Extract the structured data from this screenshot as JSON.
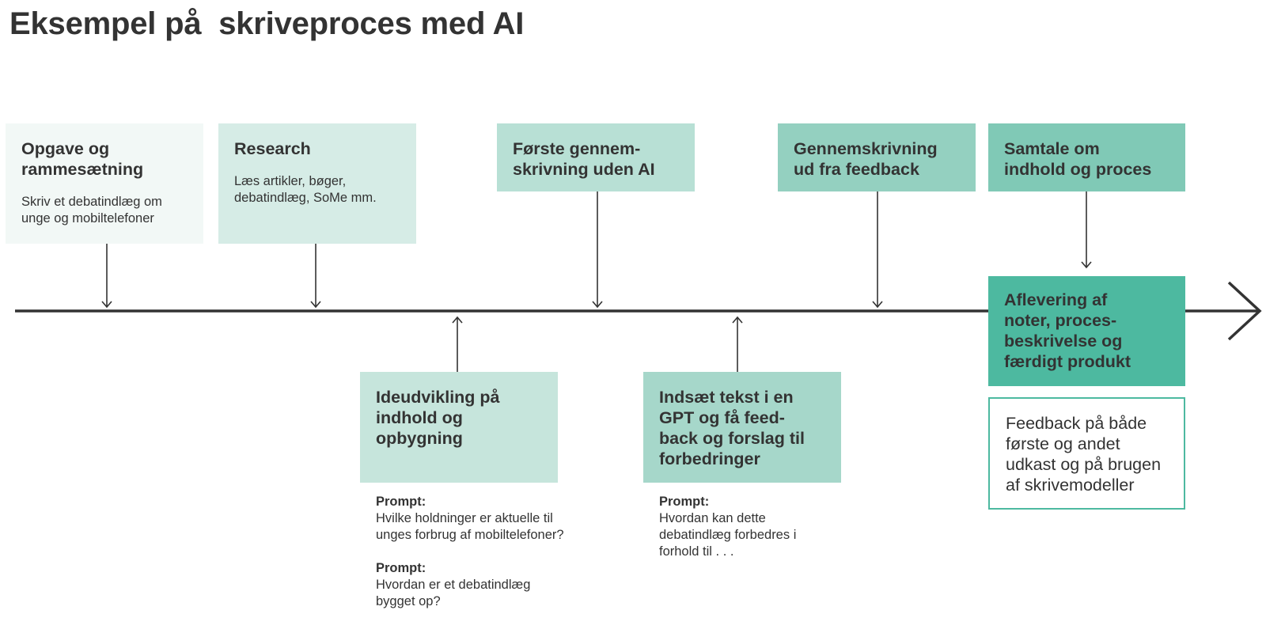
{
  "title": "Eksempel på  skriveproces med AI",
  "colors": {
    "text": "#333333",
    "step_1": "#f2f8f6",
    "step_2": "#d6ece6",
    "step_3": "#b8e0d5",
    "step_4": "#c6e5dc",
    "step_5": "#94d0c0",
    "step_6": "#a6d7ca",
    "step_7": "#80c9b6",
    "final": "#4db9a0",
    "axis": "#333333"
  },
  "steps_top": [
    {
      "heading": "Opgave og\nrammesætning",
      "text": "Skriv et debatindlæg om\nunge og mobiltelefoner"
    },
    {
      "heading": "Research",
      "text": "Læs artikler, bøger,\ndebatindlæg, SoMe mm."
    },
    {
      "heading": "Første gennem-\nskrivning uden AI",
      "text": ""
    },
    {
      "heading": "Gennemskrivning\nud fra feedback",
      "text": ""
    },
    {
      "heading": "Samtale om\nindhold og proces",
      "text": ""
    }
  ],
  "steps_bottom": [
    {
      "heading": "Ideudvikling på\nindhold og\nopbygning"
    },
    {
      "heading": "Indsæt tekst i en\nGPT og få feed-\nback og forslag til\nforbedringer"
    }
  ],
  "final_step": {
    "heading": "Aflevering af\nnoter, proces-\nbeskrivelse og\nfærdigt produkt"
  },
  "feedback_note": "Feedback på både\nførste og andet\nudkast og på brugen\naf skrivemodeller",
  "prompts": {
    "ideudvikling": [
      {
        "label": "Prompt:",
        "text": "Hvilke holdninger er aktuelle til\nunges forbrug af mobiltelefoner?"
      },
      {
        "label": "Prompt:",
        "text": "Hvordan er et debatindlæg\nbygget op?"
      }
    ],
    "feedback": [
      {
        "label": "Prompt:",
        "text": "Hvordan kan dette\ndebatindlæg forbedres i\nforhold til . . ."
      }
    ]
  }
}
